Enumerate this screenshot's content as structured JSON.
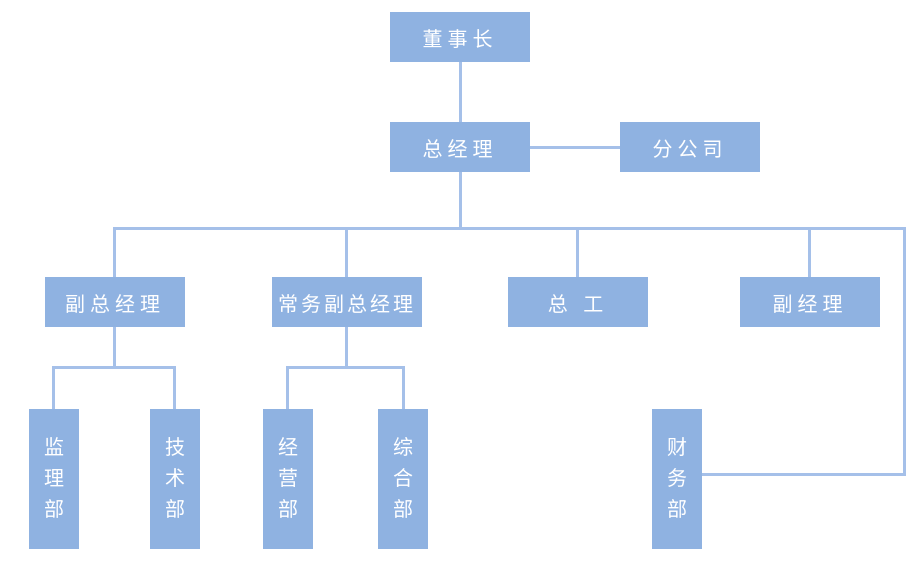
{
  "diagram": {
    "kind": "organization-chart",
    "colors": {
      "node_fill": "#8FB2E1",
      "connector": "#A5C0E9",
      "text": "#FFFFFF",
      "background": "#FFFFFF"
    },
    "nodes": {
      "chairman": {
        "label": "董事长"
      },
      "general_manager": {
        "label": "总经理"
      },
      "branch_company": {
        "label": "分公司"
      },
      "deputy_gm": {
        "label": "副总经理"
      },
      "executive_deputy_gm": {
        "label": "常务副总经理"
      },
      "chief_engineer": {
        "label": "总 工"
      },
      "deputy_manager": {
        "label": "副经理"
      },
      "supervision_dept": {
        "label": "监理部"
      },
      "technology_dept": {
        "label": "技术部"
      },
      "operations_dept": {
        "label": "经营部"
      },
      "general_affairs_dept": {
        "label": "综合部"
      },
      "finance_dept": {
        "label": "财务部"
      }
    },
    "edges": [
      {
        "from": "董事长",
        "to": "总经理",
        "type": "vertical"
      },
      {
        "from": "总经理",
        "to": "分公司",
        "type": "lateral"
      },
      {
        "from": "总经理",
        "to": "副总经理",
        "type": "vertical"
      },
      {
        "from": "总经理",
        "to": "常务副总经理",
        "type": "vertical"
      },
      {
        "from": "总经理",
        "to": "总 工",
        "type": "vertical"
      },
      {
        "from": "总经理",
        "to": "副经理",
        "type": "vertical"
      },
      {
        "from": "总经理",
        "to": "财务部",
        "type": "vertical"
      },
      {
        "from": "副总经理",
        "to": "监理部",
        "type": "vertical"
      },
      {
        "from": "副总经理",
        "to": "技术部",
        "type": "vertical"
      },
      {
        "from": "常务副总经理",
        "to": "经营部",
        "type": "vertical"
      },
      {
        "from": "常务副总经理",
        "to": "综合部",
        "type": "vertical"
      }
    ]
  }
}
